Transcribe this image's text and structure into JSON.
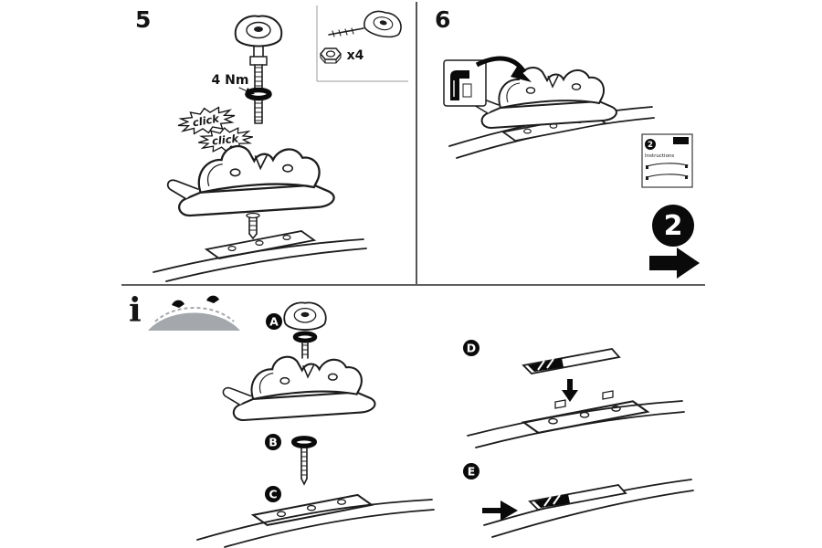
{
  "colors": {
    "background": "#ffffff",
    "ink": "#1d1d1f",
    "accent_black": "#0a0a0a",
    "roof_gray": "#a4a8ad"
  },
  "step5": {
    "number": "5",
    "torque_label": "4 Nm",
    "click_label_1": "click",
    "click_label_2": "click",
    "hardware_quantity": "x4"
  },
  "step6": {
    "number": "6",
    "instruction_card": {
      "badge": "2",
      "label": "Instructions"
    },
    "kit_number": "2"
  },
  "info_section": {
    "info_symbol": "i",
    "part_labels": {
      "knob": "A",
      "washer": "B",
      "base_plate": "C",
      "adhesive_pad_place": "D",
      "adhesive_pad_done": "E"
    }
  }
}
